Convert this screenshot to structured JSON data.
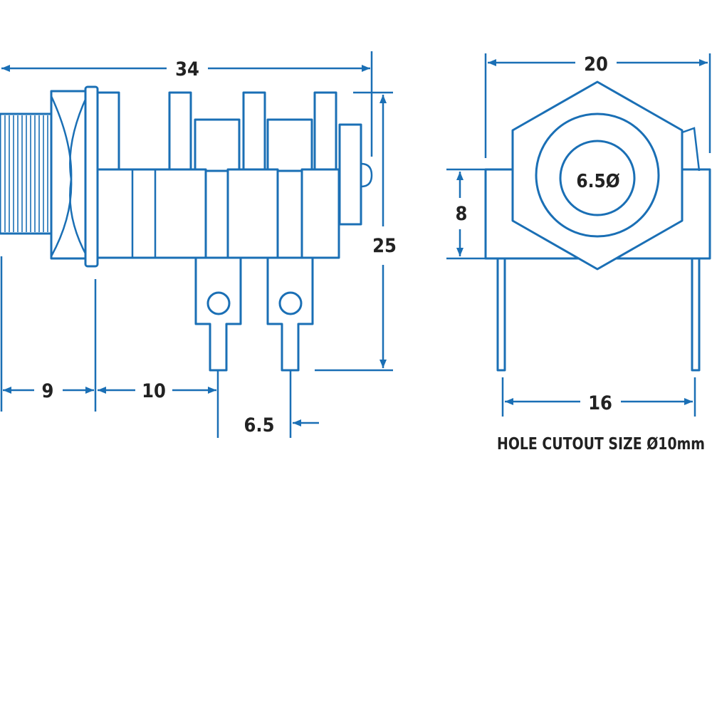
{
  "colors": {
    "line": "#1a6fb5",
    "text": "#222222",
    "background": "#ffffff"
  },
  "side_view": {
    "overall_length": "34",
    "height": "25",
    "thread_length": "9",
    "pin_offset": "10",
    "pin_pitch": "6.5"
  },
  "front_view": {
    "overall_width": "20",
    "body_height": "8",
    "bore_diameter": "6.5Ø",
    "pin_spacing": "16",
    "hole_cutout_note": "HOLE CUTOUT SIZE Ø10mm"
  }
}
